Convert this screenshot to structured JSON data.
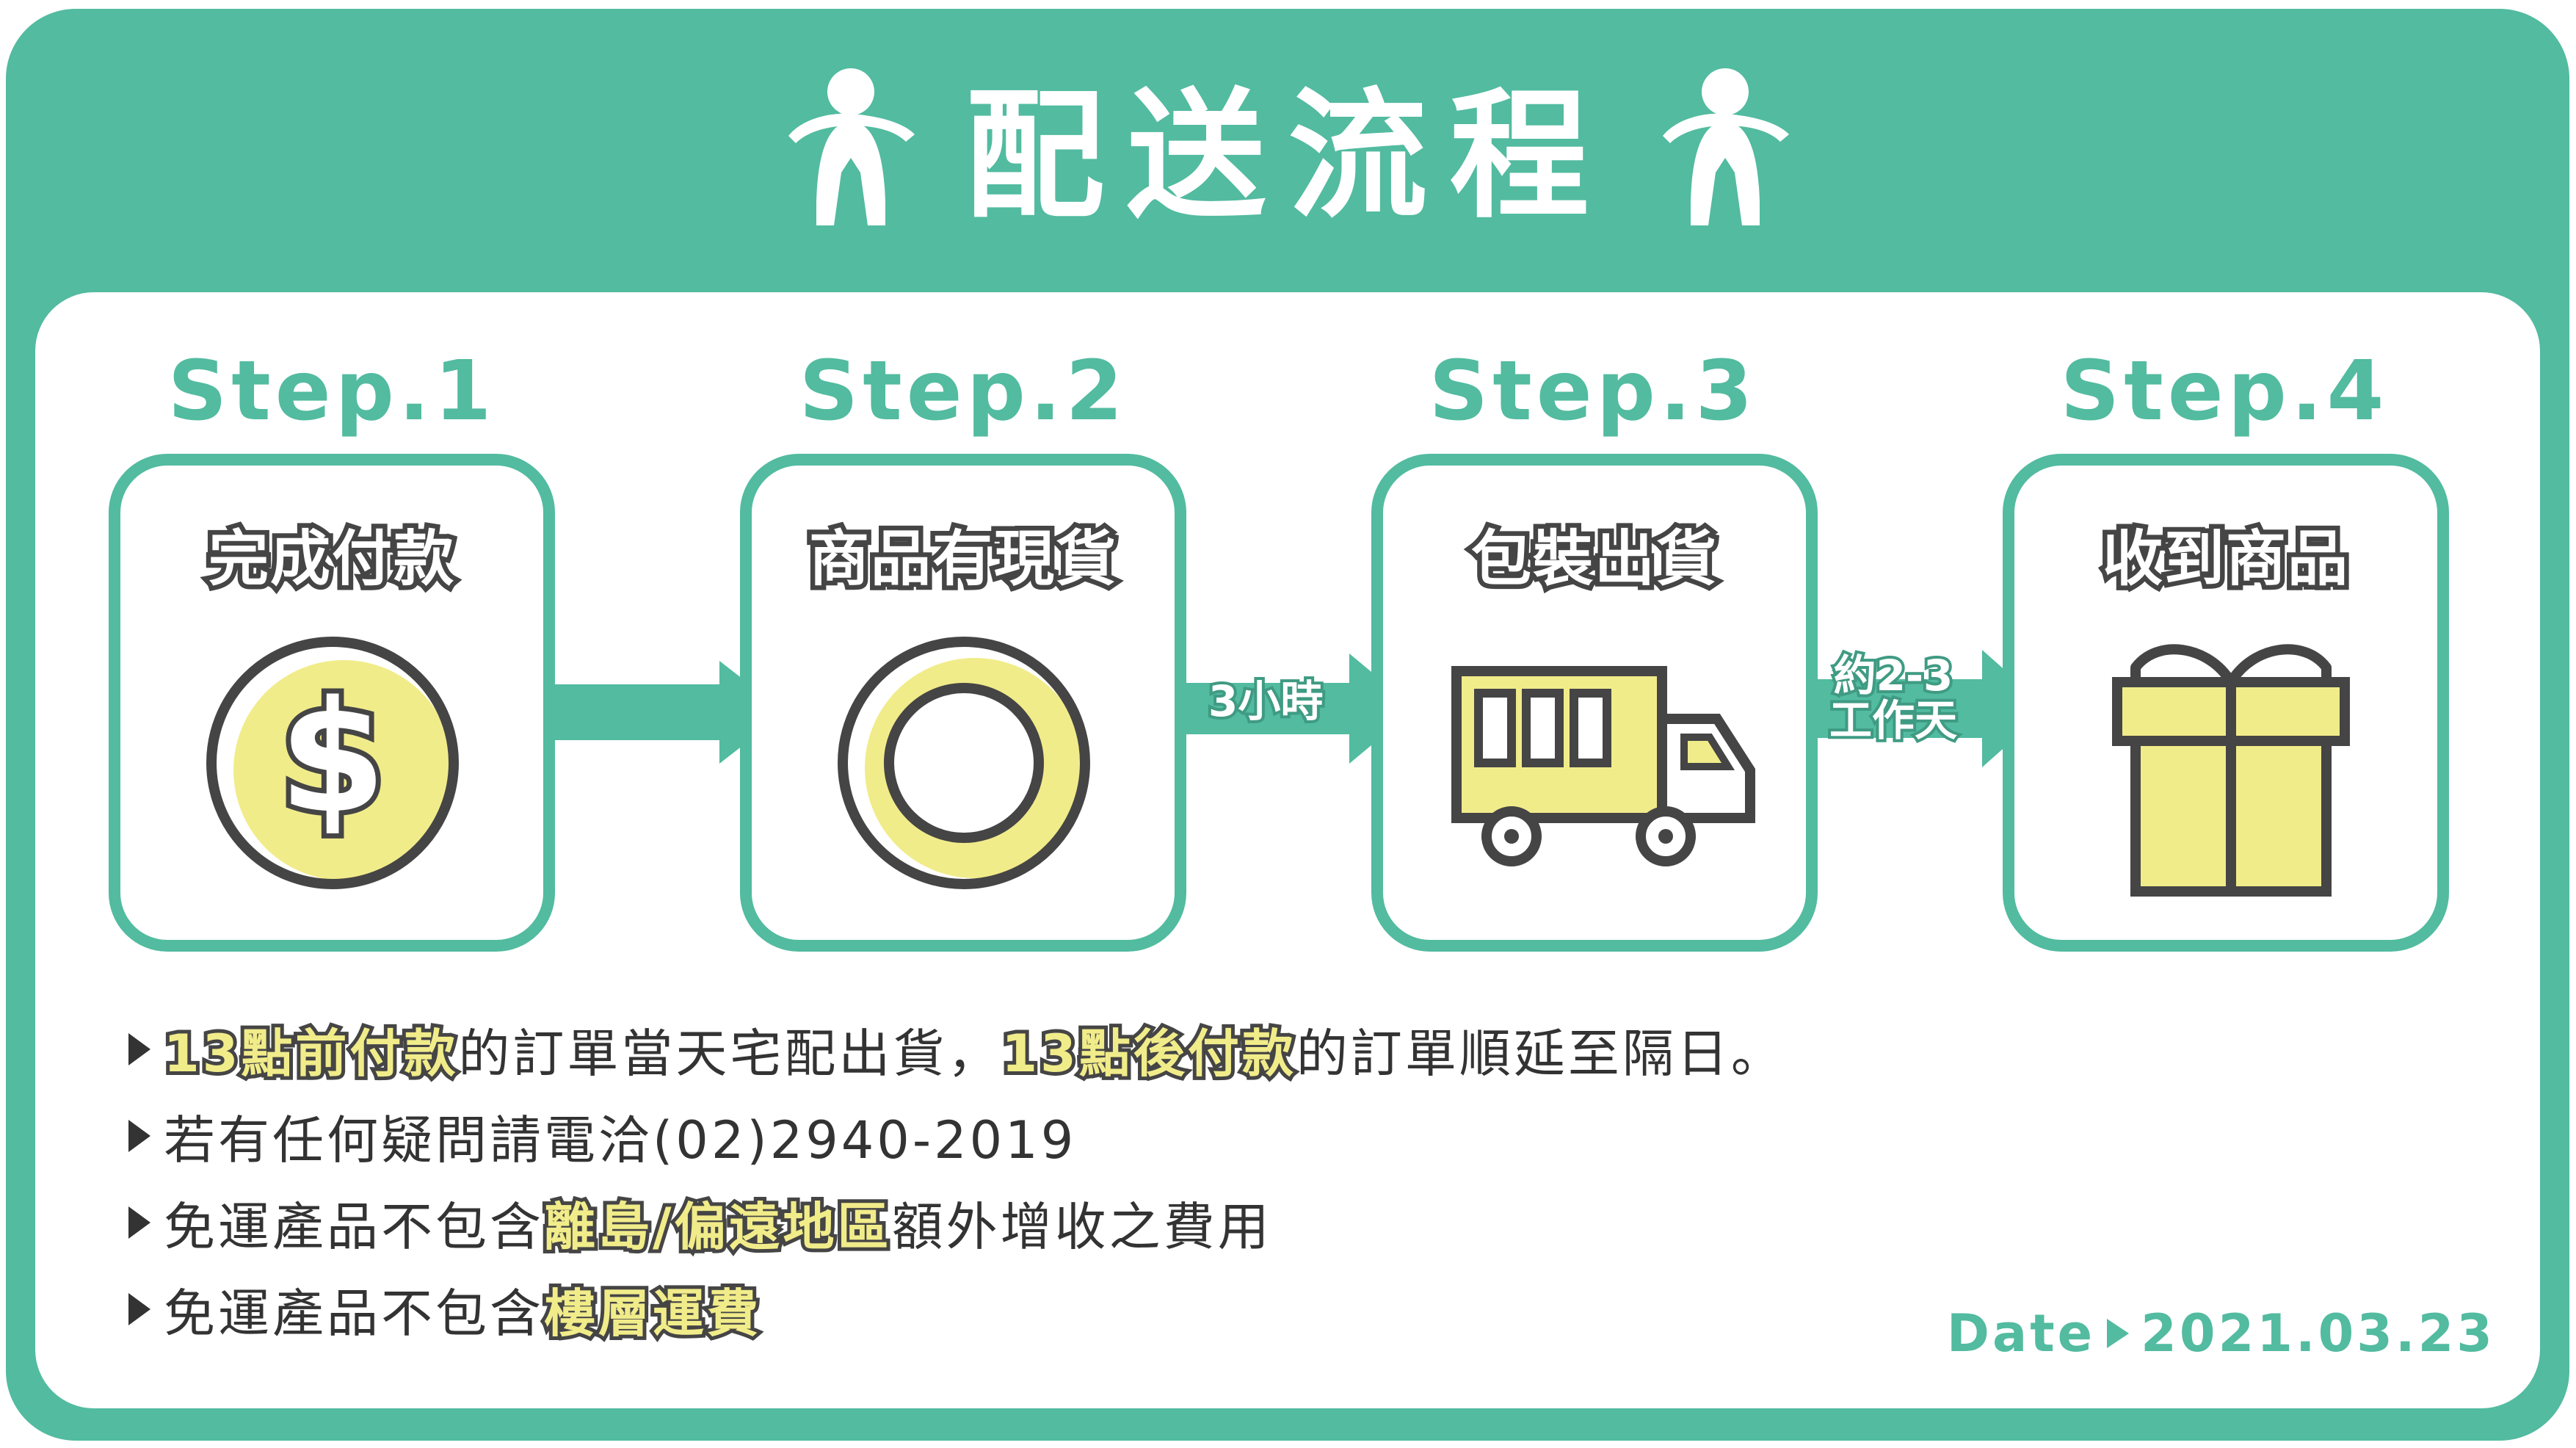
{
  "title": "配送流程",
  "icons": {
    "title_left": "person-icon",
    "title_right": "person-icon",
    "step1": "coin-dollar-icon",
    "step2": "ring-icon",
    "step3": "delivery-truck-icon",
    "step4": "gift-box-icon"
  },
  "steps": [
    {
      "label": "Step.1",
      "title": "完成付款"
    },
    {
      "label": "Step.2",
      "title": "商品有現貨"
    },
    {
      "label": "Step.3",
      "title": "包裝出貨"
    },
    {
      "label": "Step.4",
      "title": "收到商品"
    }
  ],
  "arrows": [
    {
      "label": ""
    },
    {
      "label": "3小時"
    },
    {
      "line1": "約2-3",
      "line2": "工作天"
    }
  ],
  "notes": {
    "n1": {
      "hl1": "13點前付款",
      "t1": "的訂單當天宅配出貨，",
      "hl2": "13點後付款",
      "t2": "的訂單順延至隔日。"
    },
    "n2": {
      "t1": "若有任何疑問請電洽(02)2940-2019"
    },
    "n3": {
      "t1": "免運產品不包含",
      "hl1": "離島/偏遠地區",
      "t2": "額外增收之費用"
    },
    "n4": {
      "t1": "免運產品不包含",
      "hl1": "樓層運費"
    }
  },
  "date": {
    "label": "Date",
    "value": "2021.03.23"
  },
  "colors": {
    "primary": "#52bba0",
    "accent_yellow": "#f1ec8a",
    "outline": "#454545",
    "white": "#ffffff"
  }
}
